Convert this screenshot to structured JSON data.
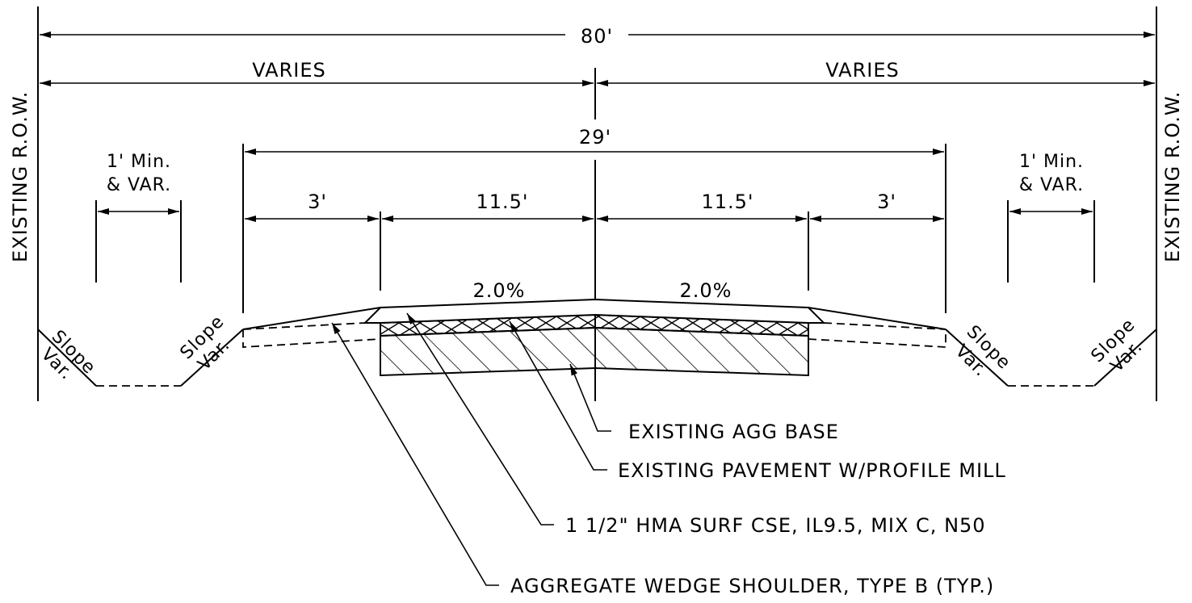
{
  "labels": {
    "overall_width": "80'",
    "varies_left": "VARIES",
    "varies_right": "VARIES",
    "roadway_width": "29'",
    "shoulder_left": "3'",
    "lane_left": "11.5'",
    "lane_right": "11.5'",
    "shoulder_right": "3'",
    "cross_slope_left": "2.0%",
    "cross_slope_right": "2.0%",
    "min_var_left_line1": "1' Min.",
    "min_var_left_line2": "& VAR.",
    "min_var_right_line1": "1' Min.",
    "min_var_right_line2": "& VAR.",
    "row_left": "EXISTING R.O.W.",
    "row_right": "EXISTING R.O.W.",
    "slope_word": "Slope",
    "var_word": "Var."
  },
  "callouts": {
    "agg_base": "EXISTING AGG BASE",
    "pavement": "EXISTING PAVEMENT W/PROFILE MILL",
    "hma": "1 1/2\" HMA SURF CSE, IL9.5, MIX C, N50",
    "shoulder": "AGGREGATE WEDGE SHOULDER, TYPE B (TYP.)"
  }
}
